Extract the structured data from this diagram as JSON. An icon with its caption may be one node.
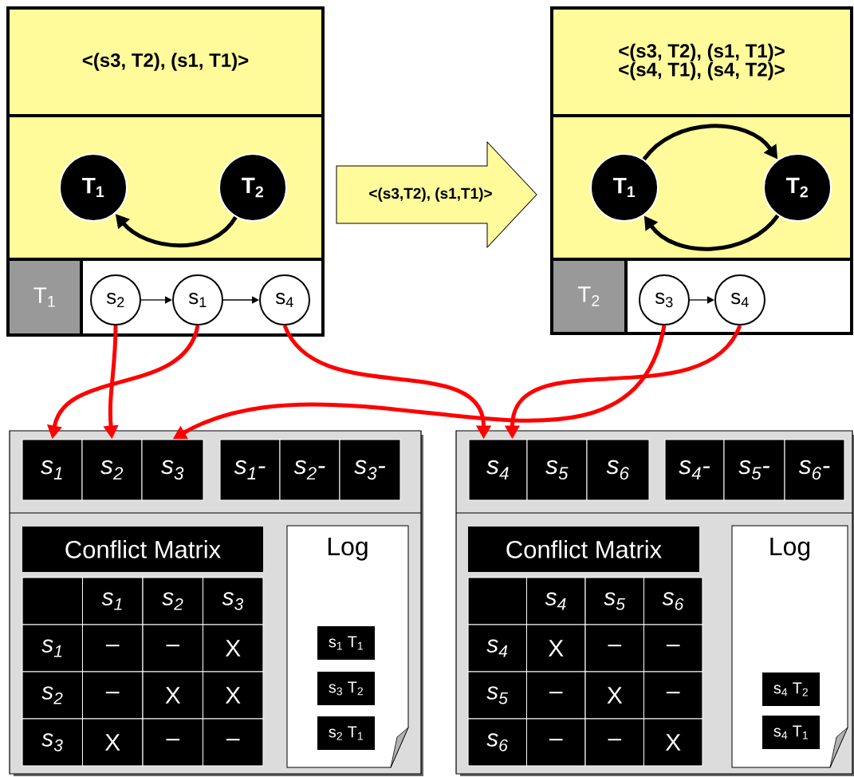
{
  "diagram": {
    "nodes": [
      {
        "text": [
          "<(s3, T2), (s1, T1)>"
        ]
      },
      {
        "text": [],
        "shape": "box"
      },
      {
        "text": [
          "T$_{1}$"
        ],
        "in": 1
      },
      {
        "text": [
          "T$_{2}$"
        ],
        "in": 1
      },
      {
        "text": [
          "T$_{1}$"
        ]
      },
      {
        "text": [],
        "shape": "box"
      },
      {
        "text": [
          "s$_{2}$"
        ],
        "in": 5
      },
      {
        "text": [
          "s$_{1}$"
        ],
        "in": 5
      },
      {
        "text": [
          "s$_{4}$"
        ],
        "in": 5
      },
      {
        "text": [
          "<(s3, T2), (s1, T1)>",
          "<(s4, T1), (s4, T2)>"
        ]
      },
      {
        "text": [],
        "shape": "box"
      },
      {
        "text": [
          "T$_{1}$"
        ],
        "in": 10
      },
      {
        "text": [
          "T$_{2}$"
        ],
        "in": 10
      },
      {
        "text": [
          "T$_{2}$"
        ]
      },
      {
        "text": [],
        "shape": "box"
      },
      {
        "text": [
          "s$_{3}$"
        ],
        "in": 14
      },
      {
        "text": [
          "s$_{4}$"
        ],
        "in": 14
      },
      {
        "text": [],
        "shape": "box"
      },
      {
        "text": [
          "s$_{1}$"
        ],
        "in": 17
      },
      {
        "text": [
          "s$_{2}$"
        ],
        "in": 17
      },
      {
        "text": [
          "s$_{3}$"
        ],
        "in": 17
      },
      {
        "text": [
          "s$_{1}$-"
        ],
        "in": 17
      },
      {
        "text": [
          "s$_{2}$-"
        ],
        "in": 17
      },
      {
        "text": [
          "s$_{3}$-"
        ],
        "in": 17
      },
      {
        "text": [
          "Conflict Matrix"
        ],
        "in": 17
      },
      {
        "text": [
          "Log"
        ],
        "in": 17
      },
      {
        "text": [
          "s$_{1}$ T$_{1}$"
        ],
        "in": 25
      },
      {
        "text": [
          "s$_{3}$ T$_{2}$"
        ],
        "in": 25
      },
      {
        "text": [
          "s$_{2}$ T$_{1}$"
        ],
        "in": 25
      },
      {
        "text": [],
        "shape": "box"
      },
      {
        "text": [
          "s$_{4}$"
        ],
        "in": 29
      },
      {
        "text": [
          "s$_{5}$"
        ],
        "in": 29
      },
      {
        "text": [
          "s$_{6}$"
        ],
        "in": 29
      },
      {
        "text": [
          "s$_{4}$-"
        ],
        "in": 29
      },
      {
        "text": [
          "s$_{5}$-"
        ],
        "in": 29
      },
      {
        "text": [
          "s$_{6}$-"
        ],
        "in": 29
      },
      {
        "text": [
          "Conflict Matrix"
        ],
        "in": 29
      },
      {
        "text": [
          "Log"
        ],
        "in": 29
      },
      {
        "text": [
          "s$_{4}$ T$_{2}$"
        ],
        "in": 37
      },
      {
        "text": [
          "s$_{4}$ T$_{1}$"
        ],
        "in": 37
      }
    ],
    "edges": [
      {
        "from": 1,
        "to": 10,
        "arrow": "to",
        "label": "<(s3,T2), (s1,T1)>"
      },
      {
        "from": 3,
        "to": 2,
        "arrow": "to"
      },
      {
        "from": 6,
        "to": 7,
        "arrow": "to"
      },
      {
        "from": 7,
        "to": 8,
        "arrow": "to"
      },
      {
        "from": 11,
        "to": 12,
        "arrow": "to"
      },
      {
        "from": 12,
        "to": 11,
        "arrow": "to"
      },
      {
        "from": 15,
        "to": 16,
        "arrow": "to"
      },
      {
        "from": 6,
        "to": 19,
        "arrow": "to",
        "color": "#ff0000"
      },
      {
        "from": 7,
        "to": 18,
        "arrow": "to",
        "color": "#ff0000"
      },
      {
        "from": 8,
        "to": 30,
        "arrow": "to",
        "color": "#ff0000"
      },
      {
        "from": 15,
        "to": 20,
        "arrow": "to",
        "color": "#ff0000"
      },
      {
        "from": 16,
        "to": 30,
        "arrow": "to",
        "color": "#ff0000"
      }
    ],
    "labels": [
      "s$_{1}$",
      "s$_{2}$",
      "s$_{3}$",
      "s$_{1}$",
      "–",
      "–",
      "X",
      "s$_{2}$",
      "–",
      "X",
      "X",
      "s$_{3}$",
      "X",
      "–",
      "–",
      "s$_{4}$",
      "s$_{5}$",
      "s$_{6}$",
      "s$_{4}$",
      "X",
      "–",
      "–",
      "s$_{5}$",
      "–",
      "X",
      "–",
      "s$_{6}$",
      "–",
      "–",
      "X"
    ]
  }
}
